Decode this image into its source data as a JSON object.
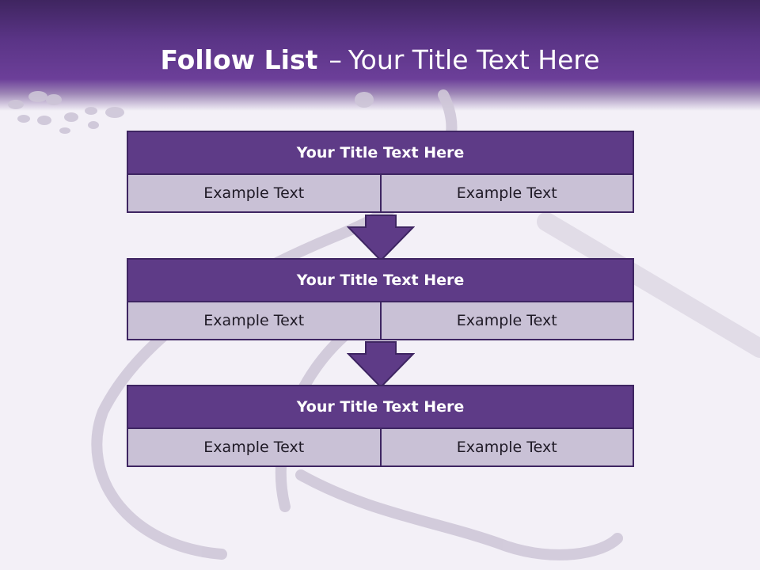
{
  "slide": {
    "title_bold": "Follow List",
    "title_sep": "–",
    "title_rest": "Your Title Text Here"
  },
  "blocks": [
    {
      "title": "Your Title Text Here",
      "left": "Example Text",
      "right": "Example Text"
    },
    {
      "title": "Your Title Text Here",
      "left": "Example Text",
      "right": "Example Text"
    },
    {
      "title": "Your Title Text Here",
      "left": "Example Text",
      "right": "Example Text"
    }
  ],
  "colors": {
    "header": "#5a3486",
    "block_title": "#5e3b87",
    "cell": "#c9c1d6",
    "arrow": "#5e3b87",
    "border": "#3e2562"
  },
  "icons": [
    "down-arrow-icon"
  ]
}
